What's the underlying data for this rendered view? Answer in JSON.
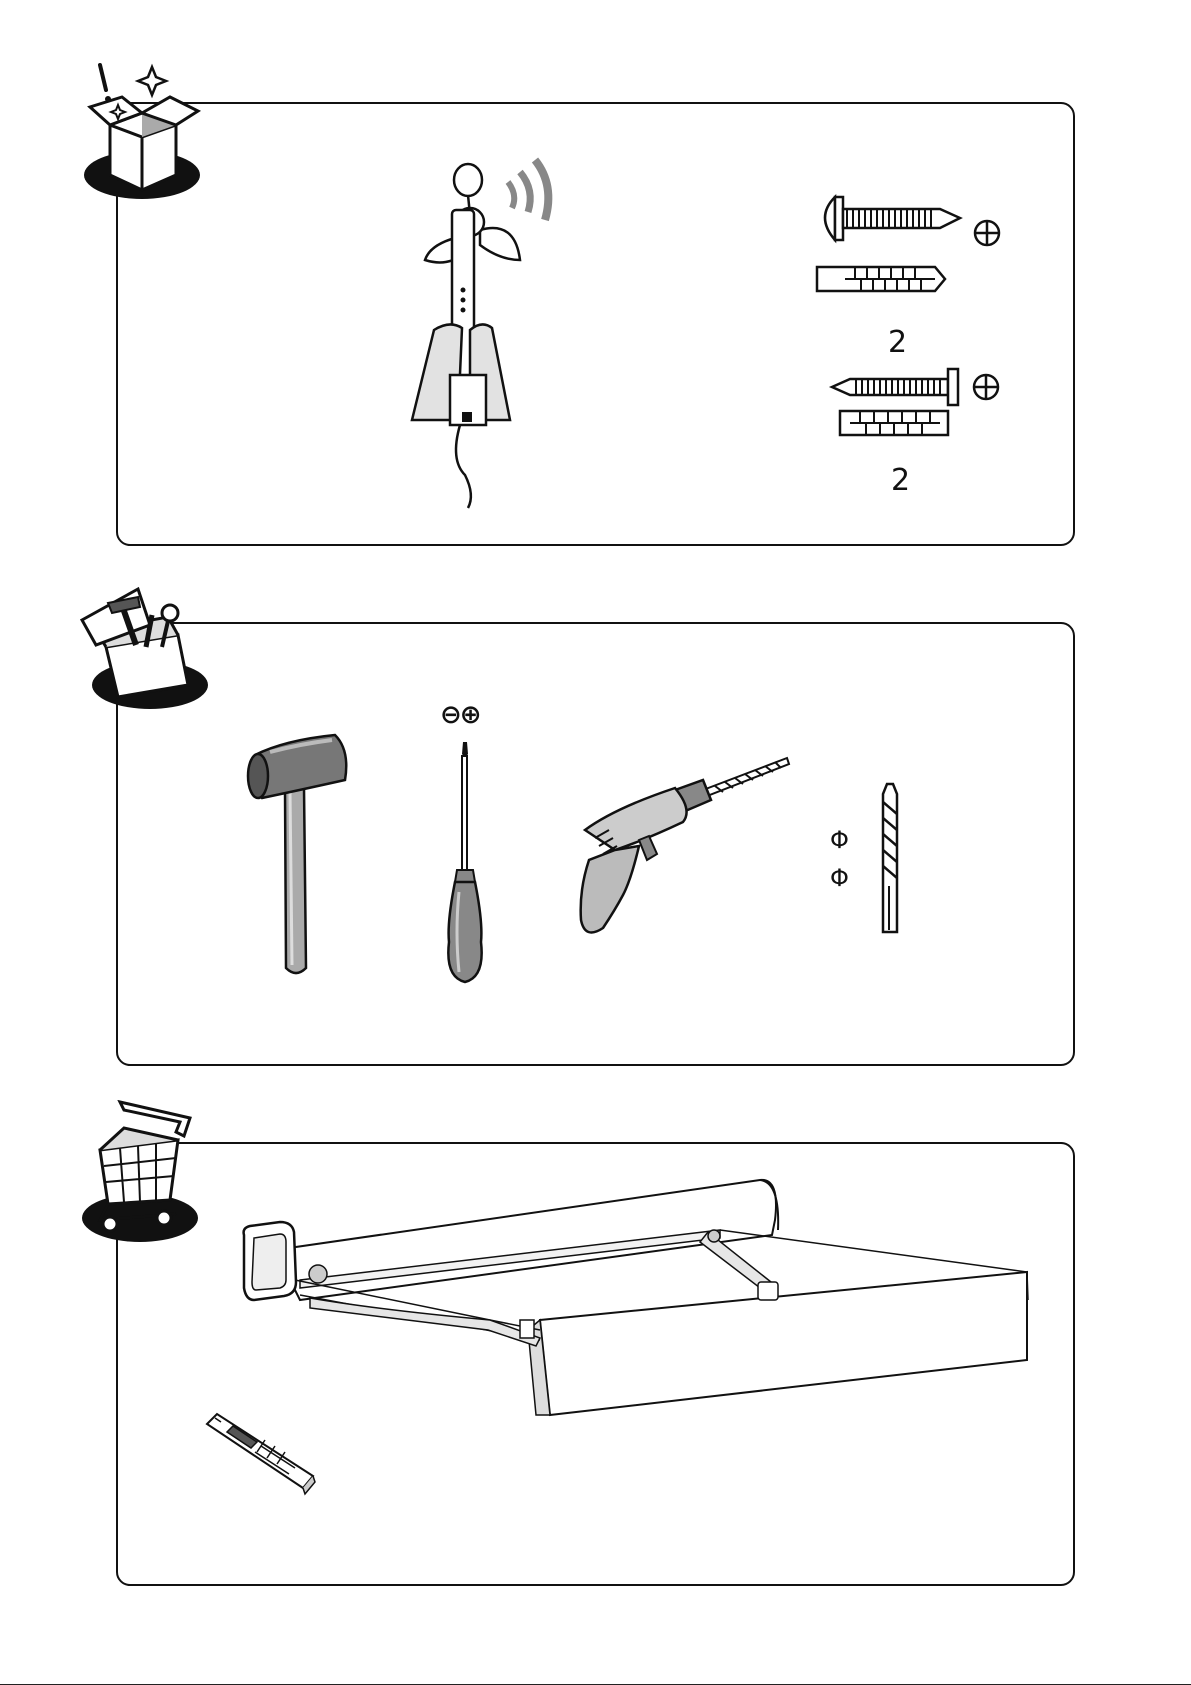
{
  "contents_panel": {
    "quantity_screws_roundhead": "2",
    "quantity_screws_countersunk": "2"
  },
  "tools_panel": {
    "screwdriver_symbol": "⊖⊕",
    "drill_bit_symbols": [
      "Φ",
      "Φ"
    ]
  },
  "icons": {
    "contents_badge": "open-box-icon",
    "tools_badge": "toolbox-icon",
    "product_badge": "shopping-cart-icon"
  }
}
